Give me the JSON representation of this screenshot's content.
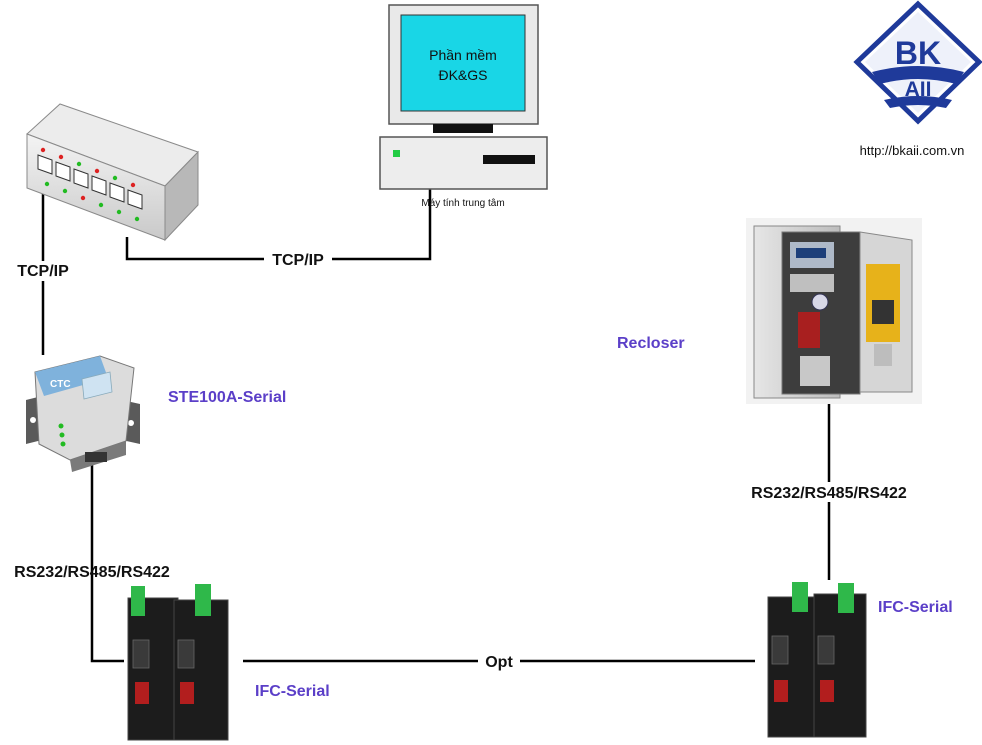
{
  "colors": {
    "label_purple": "#5b3fc8",
    "line": "#000000",
    "screen": "#19d6e6",
    "logo_blue": "#1f3a9a"
  },
  "computer": {
    "screen_line1": "Phần mềm",
    "screen_line2": "ĐK&GS",
    "caption": "Máy tính trung tâm"
  },
  "links": {
    "switch_to_pc": "TCP/IP",
    "switch_to_server": "TCP/IP",
    "server_to_ifc": "RS232/RS485/RS422",
    "recloser_to_ifc": "RS232/RS485/RS422",
    "fiber": "Opt"
  },
  "devices": {
    "device_server": "STE100A-Serial",
    "ifc_left": "IFC-Serial",
    "ifc_right": "IFC-Serial",
    "recloser": "Recloser"
  },
  "logo": {
    "text_top": "BK",
    "text_bottom": "AII",
    "url": "http://bkaii.com.vn"
  },
  "server_brand": "CTC"
}
